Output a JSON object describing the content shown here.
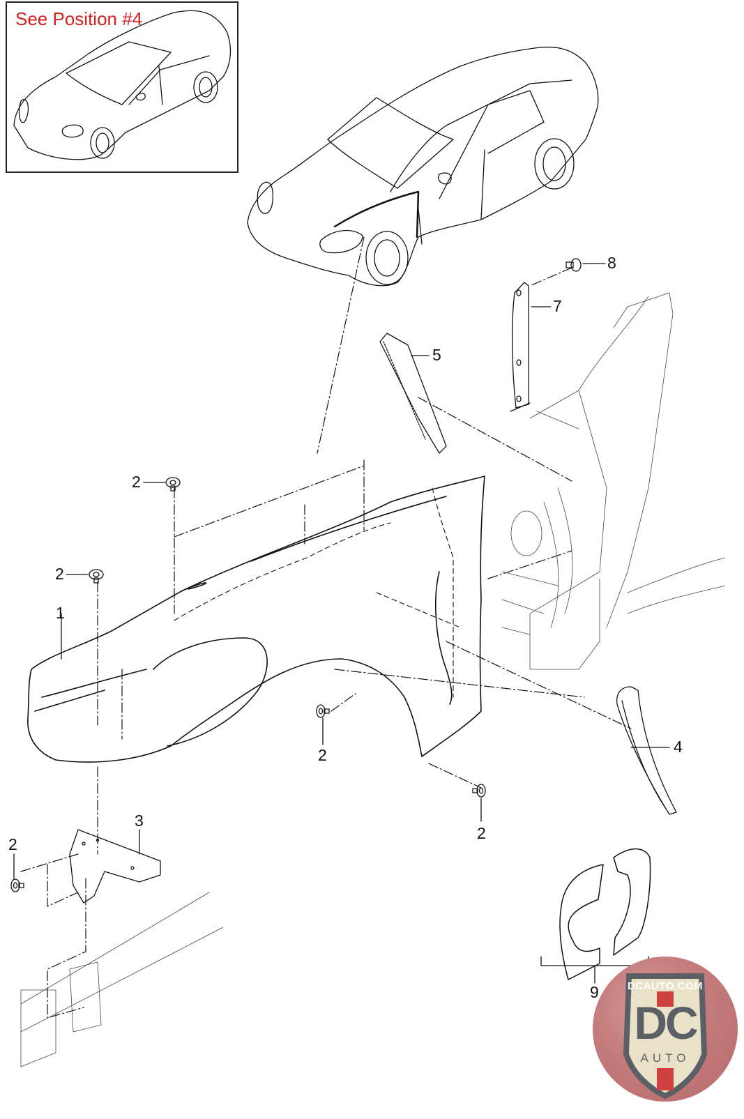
{
  "inset": {
    "title": "See Position #4",
    "title_color": "#d41f1f"
  },
  "callouts": [
    {
      "number": "1",
      "part": "front-fender"
    },
    {
      "number": "2",
      "part": "fastener-clip-upper"
    },
    {
      "number": "2",
      "part": "fastener-clip-left"
    },
    {
      "number": "2",
      "part": "fastener-clip-lower-middle"
    },
    {
      "number": "2",
      "part": "fastener-clip-lower-right"
    },
    {
      "number": "2",
      "part": "fastener-clip-bracket"
    },
    {
      "number": "3",
      "part": "fender-bracket"
    },
    {
      "number": "4",
      "part": "fender-trim-seal"
    },
    {
      "number": "5",
      "part": "fender-support-strip"
    },
    {
      "number": "7",
      "part": "a-pillar-bracket"
    },
    {
      "number": "8",
      "part": "expanding-clip"
    },
    {
      "number": "9",
      "part": "insulation-pad-set"
    }
  ],
  "logo": {
    "url_text": "DCAUTO.COM",
    "monogram": "DC",
    "subtitle": "AUTO",
    "accent_color": "#d04040",
    "shield_color": "#e9e2c9",
    "text_color": "#5b6066"
  }
}
